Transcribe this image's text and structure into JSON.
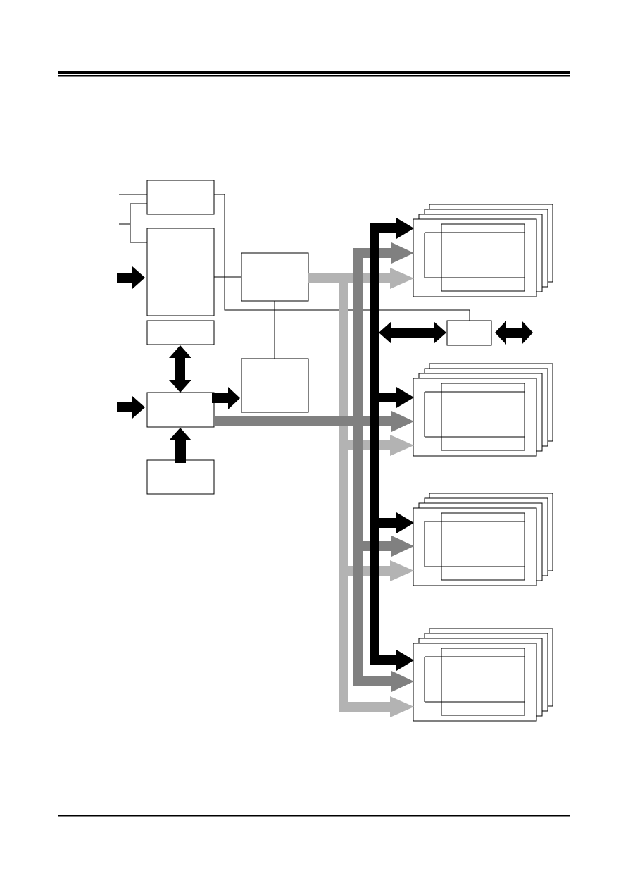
{
  "colors": {
    "background": "#ffffff",
    "line": "#000000",
    "bus_black": "#000000",
    "bus_dark_gray": "#808080",
    "bus_light_gray": "#b3b3b3"
  },
  "diagram": {
    "text_labels": [],
    "left_blocks": [
      "block-top-input",
      "block-main-upper",
      "block-main-lower",
      "block-controller",
      "block-bottom"
    ],
    "center_blocks": [
      "block-center-upper",
      "block-center-lower",
      "block-small-right"
    ],
    "stacked_module_groups": 4,
    "buses": [
      "bus-black",
      "bus-dark-gray",
      "bus-light-gray"
    ]
  }
}
